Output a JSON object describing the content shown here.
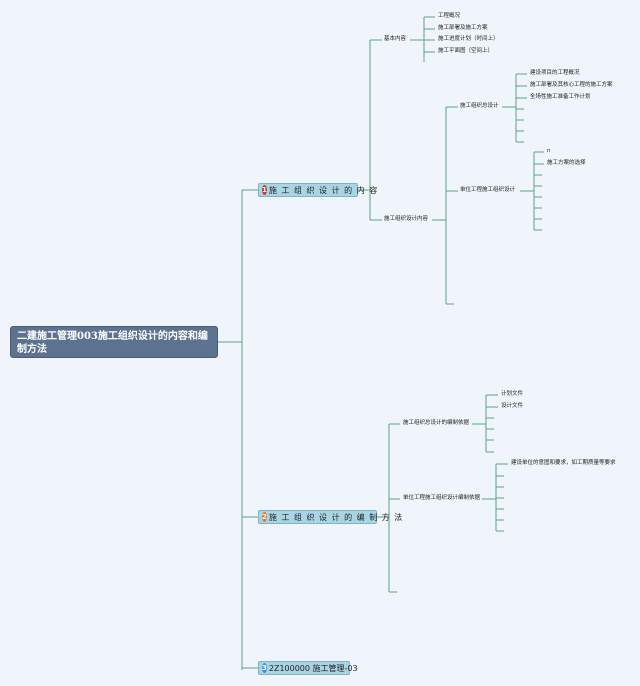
{
  "colors": {
    "background": "#f0f5fb",
    "connector": "#5aa383",
    "root_fill": "#5c7290",
    "branch_fill": "#a9d4e4",
    "marker_1": "#cc3b2a",
    "marker_2": "#e0772c",
    "marker_3": "#3d8fd6"
  },
  "root": {
    "title": "二建施工管理003施工组织设计的内容和编制方法"
  },
  "branch1": {
    "marker": "1",
    "label": "施 工 组 织 设 计 的 内 容",
    "basic": {
      "label": "基本内容",
      "items": [
        "工程概况",
        "施工部署及施工方案",
        "施工进度计划（时间上）",
        "施工平面图（空间上）"
      ]
    },
    "design": {
      "label": "施工组织设计内容",
      "general": {
        "label": "施工组织总设计",
        "items": [
          "建设项目的工程概况",
          "施工部署及其核心工程的施工方案",
          "全场性施工准备工作计划"
        ]
      },
      "unit": {
        "label": "单位工程施工组织设计",
        "items": [
          "n",
          "施工方案的选择"
        ]
      }
    }
  },
  "branch2": {
    "marker": "2",
    "label": "施 工 组 织 设 计 的 编 制 方 法",
    "basis_general": {
      "label": "施工组织总设计的编制依据",
      "items": [
        "计划文件",
        "设计文件"
      ]
    },
    "basis_unit": {
      "label": "单位工程施工组织设计编制依据",
      "items": [
        "建设单位的意图和要求，如工期质量等要求"
      ]
    }
  },
  "branch3": {
    "marker": "3",
    "label": "2Z100000 施工管理-03"
  }
}
